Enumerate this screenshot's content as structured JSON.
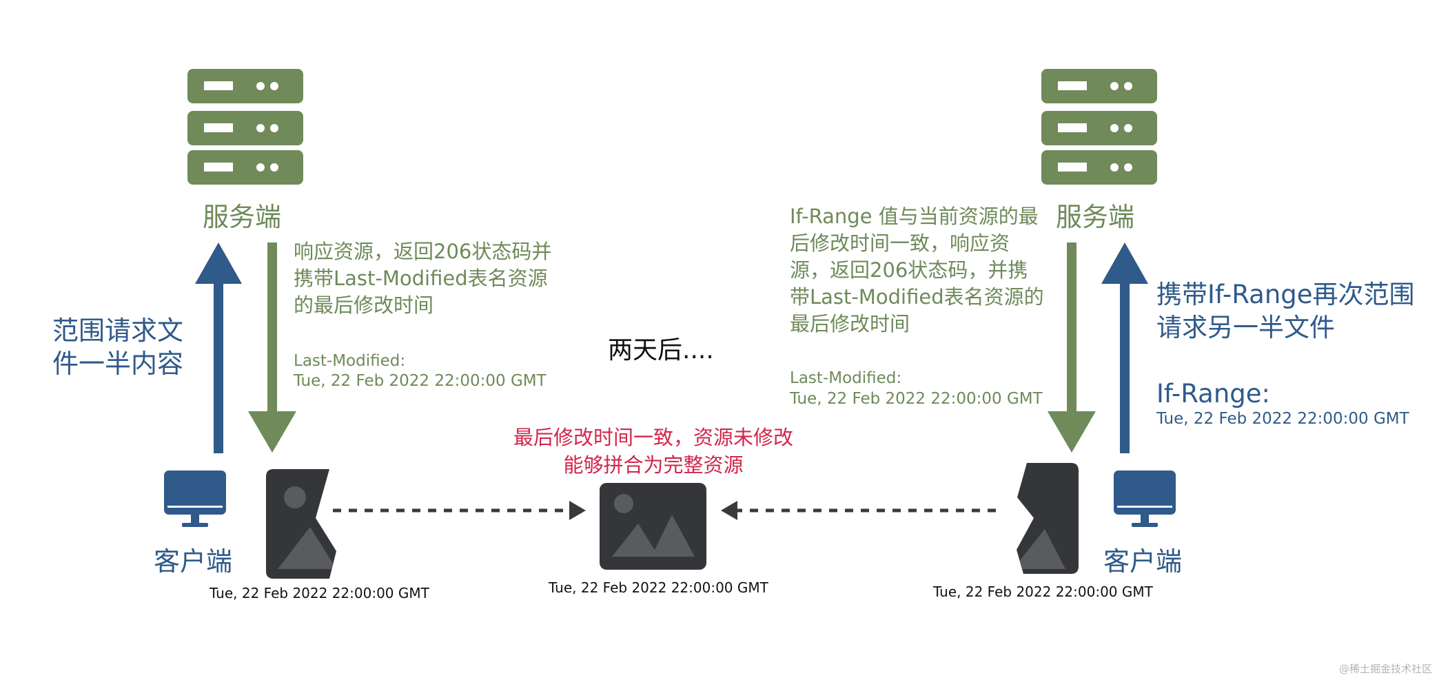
{
  "colors": {
    "server": "#708a5a",
    "client": "#2f5a8a",
    "highlight": "#d1264a",
    "file_dark": "#35363a",
    "file_light": "#5a5b5f",
    "dashed": "#3a3a3a"
  },
  "left": {
    "server_label": "服务端",
    "client_label": "客户端",
    "request_text": "范围请求文件一半内容",
    "response_text": "响应资源，返回206状态码并携带Last-Modified表名资源的最后修改时间",
    "meta_key": "Last-Modified:",
    "meta_value": "Tue, 22 Feb 2022 22:00:00 GMT",
    "file_timestamp": "Tue, 22 Feb 2022 22:00:00 GMT"
  },
  "center": {
    "elapsed": "两天后....",
    "result_line1": "最后修改时间一致，资源未修改",
    "result_line2": "能够拼合为完整资源",
    "file_timestamp": "Tue, 22 Feb 2022 22:00:00 GMT"
  },
  "right": {
    "server_label": "服务端",
    "client_label": "客户端",
    "request_text": "携带If-Range再次范围请求另一半文件",
    "request_meta_key": "If-Range:",
    "request_meta_value": "Tue, 22 Feb 2022 22:00:00 GMT",
    "response_text": "If-Range 值与当前资源的最后修改时间一致，响应资源，返回206状态码，并携带Last-Modified表名资源的最后修改时间",
    "meta_key": "Last-Modified:",
    "meta_value": "Tue, 22 Feb 2022 22:00:00 GMT",
    "file_timestamp": "Tue, 22 Feb 2022 22:00:00 GMT"
  },
  "watermark": "@稀土掘金技术社区"
}
